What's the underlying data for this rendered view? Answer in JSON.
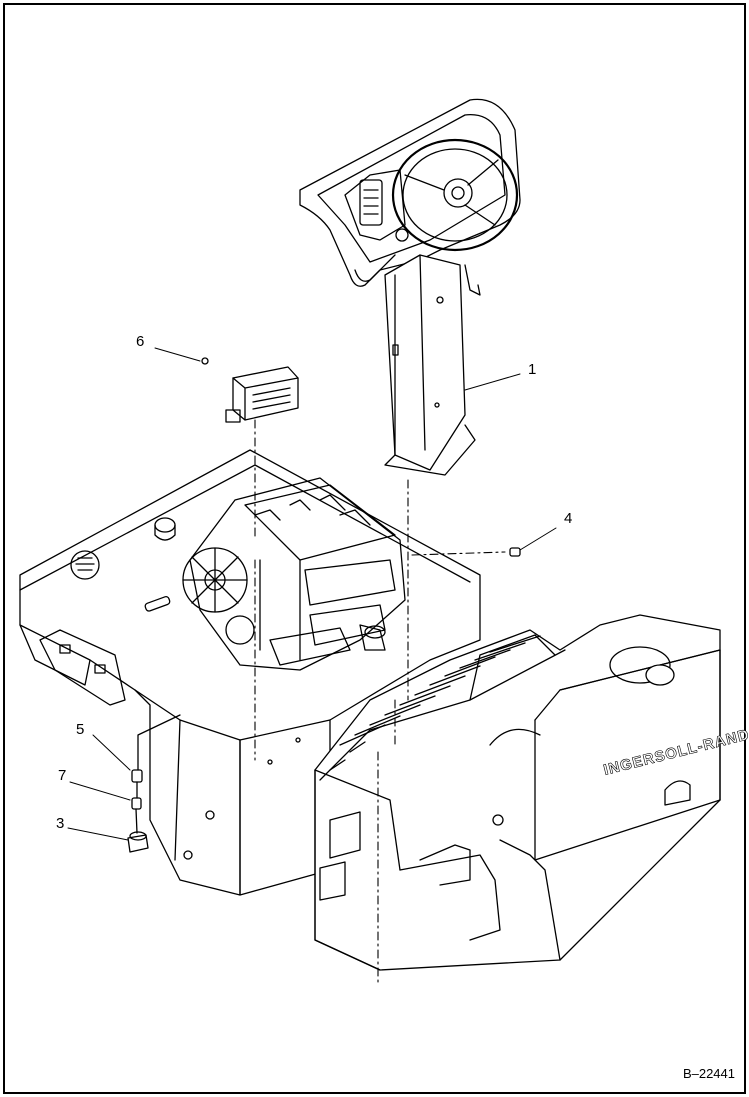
{
  "diagram": {
    "callouts": [
      {
        "id": "c1",
        "label": "1"
      },
      {
        "id": "c3",
        "label": "3"
      },
      {
        "id": "c4",
        "label": "4"
      },
      {
        "id": "c5",
        "label": "5"
      },
      {
        "id": "c6",
        "label": "6"
      },
      {
        "id": "c7",
        "label": "7"
      }
    ],
    "brand_mark": "INGERSOLL-RAND",
    "figure_ref": "B–22441"
  }
}
